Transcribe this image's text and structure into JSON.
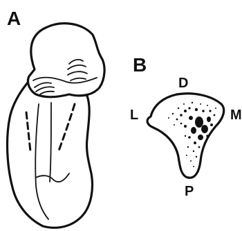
{
  "panels": {
    "a": {
      "letter": "A"
    },
    "b": {
      "letter": "B",
      "labels": {
        "dorsal": "D",
        "lateral": "L",
        "medial": "M",
        "plantar": "P"
      }
    }
  },
  "colors": {
    "ink": "#111111",
    "paper": "#ffffff"
  }
}
